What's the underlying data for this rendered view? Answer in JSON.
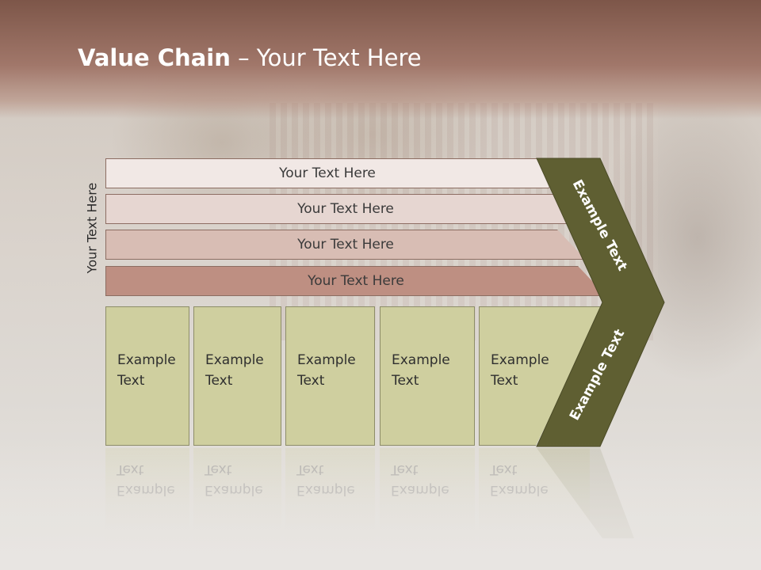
{
  "title": {
    "bold": "Value Chain",
    "rest": " – Your Text Here"
  },
  "side_label": "Your Text Here",
  "bars": [
    "Your Text Here",
    "Your Text Here",
    "Your Text Here",
    "Your Text Here"
  ],
  "boxes": [
    {
      "line1": "Example",
      "line2": "Text"
    },
    {
      "line1": "Example",
      "line2": "Text"
    },
    {
      "line1": "Example",
      "line2": "Text"
    },
    {
      "line1": "Example",
      "line2": "Text"
    },
    {
      "line1": "Example",
      "line2": "Text"
    }
  ],
  "chevron": {
    "upper": "Example Text",
    "lower": "Example Text",
    "color": "#5f5f32"
  },
  "colors": {
    "header": "#9b6e60",
    "box": "#cfcf9f"
  }
}
